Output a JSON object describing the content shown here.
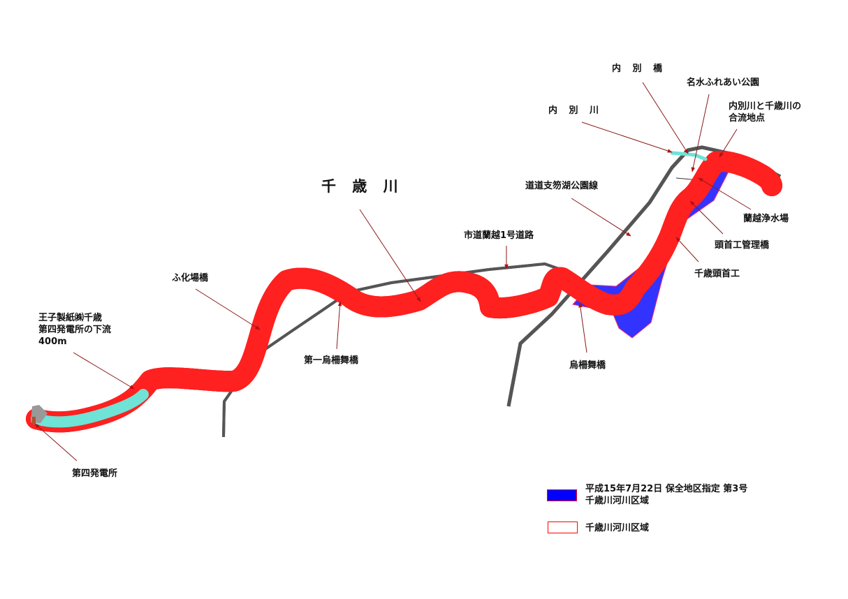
{
  "title": "千 歳 川",
  "labels": {
    "naibetsu_bridge": "内 別 橋",
    "meisui_park": "名水ふれあい公園",
    "confluence_1": "内別川と千歳川の",
    "confluence_2": "合流地点",
    "naibetsu_river": "内 別 川",
    "prefectural_road": "道道支笏湖公園線",
    "city_road": "市道蘭越1号道路",
    "fukajo_bridge": "ふ化場橋",
    "oji_1": "王子製紙㈱千歳",
    "oji_2": "第四発電所の下流",
    "oji_3": "400m",
    "power_station": "第四発電所",
    "first_ushikumai_bridge": "第一烏柵舞橋",
    "ushikumai_bridge": "烏柵舞橋",
    "rankoshi_water_plant": "蘭越浄水場",
    "headworks_bridge": "頭首工管理橋",
    "chitose_headworks": "千歳頭首工"
  },
  "legend": {
    "conservation_1": "平成15年7月22日  保全地区指定  第3号",
    "conservation_2": "千歳川河川区域",
    "river_area": "千歳川河川区域"
  },
  "colors": {
    "river": "#6ee3d6",
    "conservation": "#3333ff",
    "boundary": "#ff2020",
    "arrow": "#8b1a1a",
    "road": "#555555"
  }
}
